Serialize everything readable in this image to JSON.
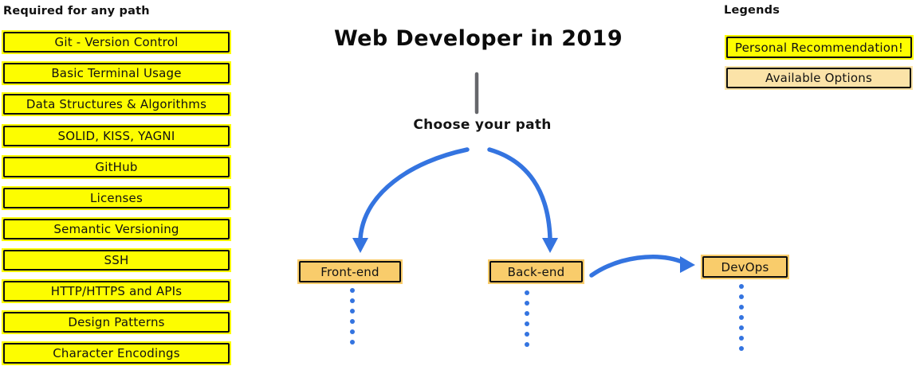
{
  "title": "Web Developer in 2019",
  "subtitle": "Choose your path",
  "required": {
    "heading": "Required for any path",
    "items": [
      "Git - Version Control",
      "Basic Terminal Usage",
      "Data Structures & Algorithms",
      "SOLID, KISS, YAGNI",
      "GitHub",
      "Licenses",
      "Semantic Versioning",
      "SSH",
      "HTTP/HTTPS and APIs",
      "Design Patterns",
      "Character Encodings"
    ]
  },
  "paths": {
    "frontend": "Front-end",
    "backend": "Back-end",
    "devops": "DevOps"
  },
  "legend": {
    "heading": "Legends",
    "personal": "Personal Recommendation!",
    "available": "Available Options"
  },
  "colors": {
    "recommendation_yellow": "#fdfd00",
    "option_amber": "#f9cc6b",
    "available_tan": "#fbe3a8",
    "arrow_blue": "#3474e0",
    "connector_gray": "#66676b"
  }
}
